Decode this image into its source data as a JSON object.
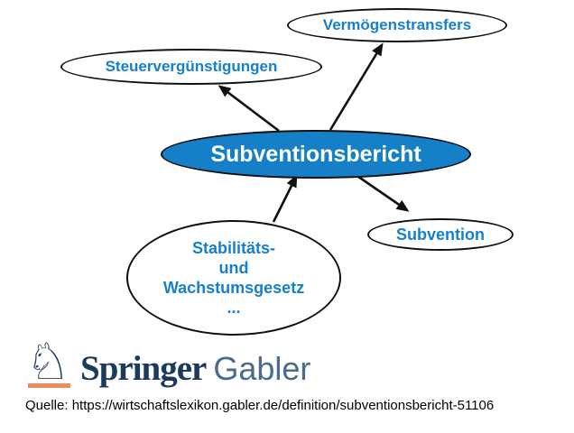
{
  "diagram": {
    "center": {
      "label": "Subventionsbericht"
    },
    "nodes": {
      "vermoegenstransfers": {
        "label": "Vermögenstransfers"
      },
      "steuerverguenstigungen": {
        "label": "Steuervergünstigungen"
      },
      "subvention": {
        "label": "Subvention"
      },
      "stabilitaets": {
        "line1": "Stabilitäts-",
        "line2": "und",
        "line3": "Wachstumsgesetz",
        "line4": "..."
      }
    },
    "colors": {
      "center_fill": "#1580c8",
      "center_text": "#ffffff",
      "node_text": "#1580cf",
      "node_fill": "#ffffff",
      "outline": "#101010",
      "arrow": "#101010"
    }
  },
  "logo": {
    "icon": "chess-knight-icon",
    "knight_glyph": "♘",
    "brand_primary": "Springer",
    "brand_secondary": "Gabler",
    "primary_color": "#1c3a5e",
    "secondary_color": "#4a6b8c",
    "accent_bar_color": "#ef8a5f"
  },
  "source": {
    "label": "Quelle:",
    "url": "https://wirtschaftslexikon.gabler.de/definition/subventionsbericht-51106"
  }
}
